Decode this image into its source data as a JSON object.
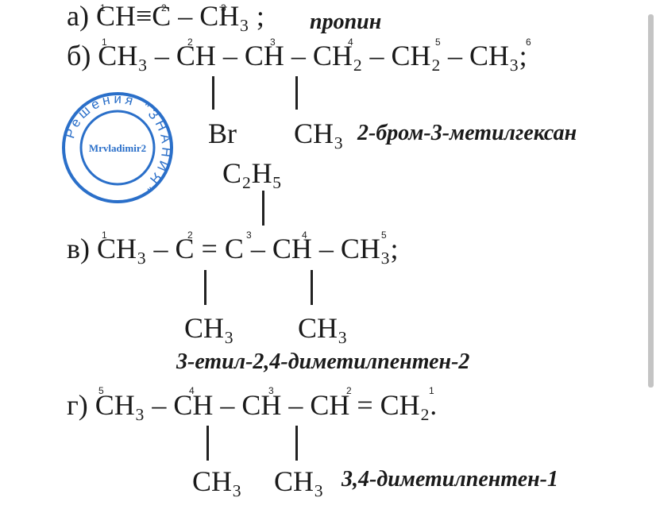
{
  "formulas": {
    "a": {
      "text": "а) CH≡C – CH₃ ;",
      "nums": [
        "1",
        "2",
        "3"
      ],
      "name": "пропин"
    },
    "b": {
      "main": "б) CH₃ – CH – CH – CH₂ – CH₂ – CH₃;",
      "nums": [
        "1",
        "2",
        "3",
        "4",
        "5",
        "6"
      ],
      "sub1": "Br",
      "sub2": "CH₃",
      "name": "2-бром-3-метилгексан"
    },
    "v": {
      "top": "C₂H₅",
      "main": "в) CH₃ – C = C – CH – CH₃;",
      "nums": [
        "1",
        "2",
        "3",
        "4",
        "5"
      ],
      "sub1": "CH₃",
      "sub2": "CH₃",
      "name": "3-етил-2,4-диметилпентен-2"
    },
    "g": {
      "main": "г) CH₃ – CH – CH – CH = CH₂.",
      "nums": [
        "5",
        "4",
        "3",
        "2",
        "1"
      ],
      "sub1": "CH₃",
      "sub2": "CH₃",
      "name": "3,4-диметилпентен-1"
    }
  },
  "stamp": {
    "center": "Mrvladimir2",
    "ring": "Решения \"ЗНАНИЯ\""
  }
}
